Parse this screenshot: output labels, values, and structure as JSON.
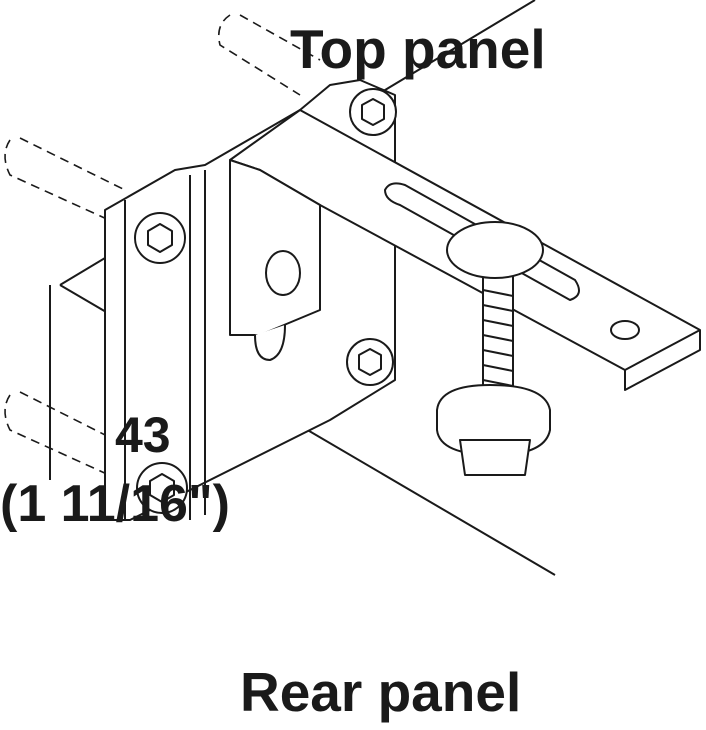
{
  "labels": {
    "top_panel": "Top panel",
    "dimension_mm": "43",
    "dimension_in": "(1 11/16\")",
    "rear_panel": "Rear panel"
  },
  "colors": {
    "line": "#1a1a1a",
    "background": "#ffffff"
  }
}
